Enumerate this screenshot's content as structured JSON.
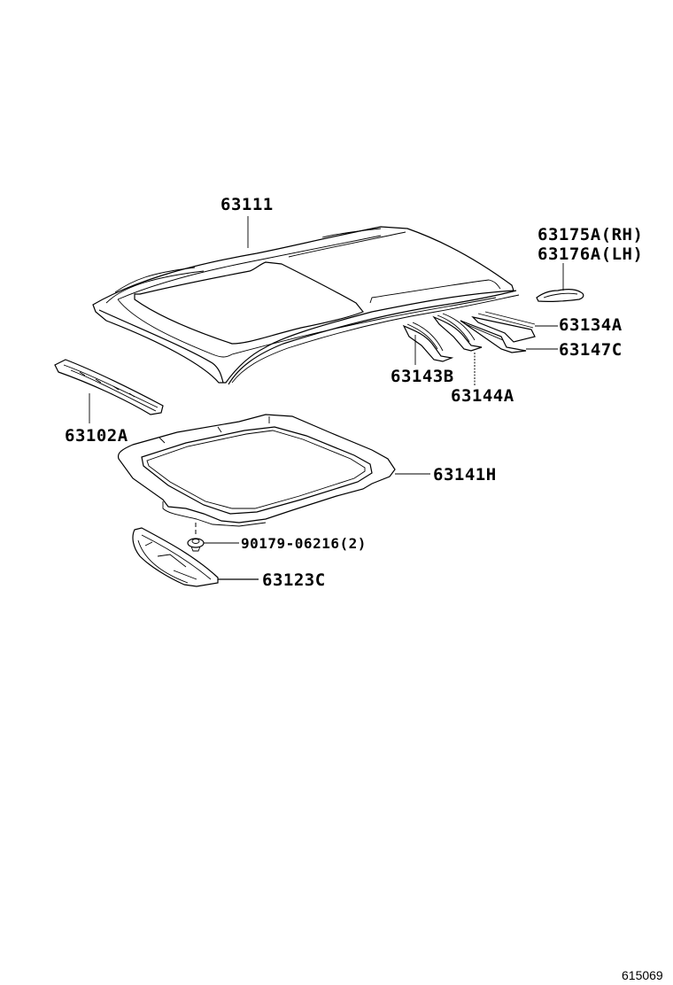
{
  "diagram": {
    "type": "exploded parts diagram",
    "subject": "roof panel and sunroof reinforcement",
    "reference_code": "615069",
    "parts": [
      {
        "id": "roof_panel",
        "number": "63111"
      },
      {
        "id": "side_bracket",
        "number": "63175A(RH)",
        "number_alt": "63176A(LH)"
      },
      {
        "id": "roof_bow_rear",
        "number": "63134A"
      },
      {
        "id": "roof_bow_rear_reinf",
        "number": "63147C"
      },
      {
        "id": "roof_bow_mid_1",
        "number": "63143B"
      },
      {
        "id": "roof_bow_mid_2",
        "number": "63144A"
      },
      {
        "id": "front_header",
        "number": "63102A"
      },
      {
        "id": "sunroof_reinforcement",
        "number": "63141H"
      },
      {
        "id": "clip",
        "number": "90179-06216(2)"
      },
      {
        "id": "front_reinf",
        "number": "63123C"
      }
    ]
  },
  "colors": {
    "background": "#ffffff",
    "ink": "#000000"
  }
}
